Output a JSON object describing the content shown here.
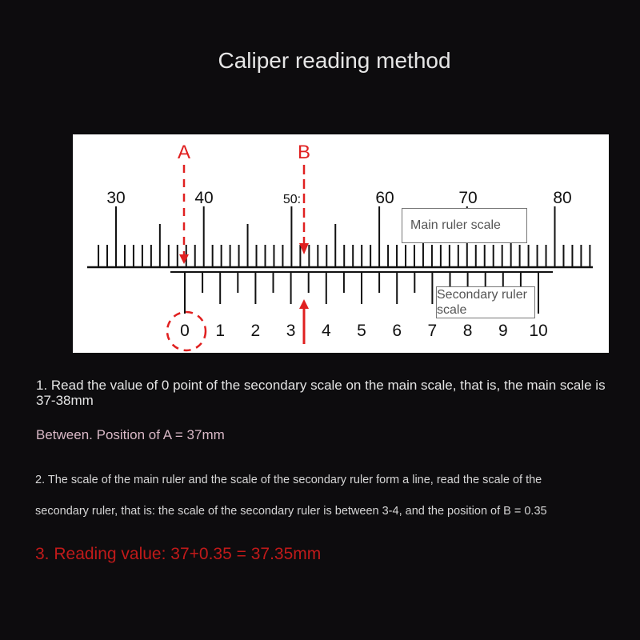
{
  "title": "Caliper reading method",
  "diagram": {
    "pointer_a": "A",
    "pointer_b": "B",
    "main_ruler_label": "Main ruler scale",
    "secondary_ruler_label": "Secondary ruler scale",
    "main_numbers": [
      "30",
      "40",
      "50:",
      "60",
      "70",
      "80"
    ],
    "secondary_numbers": [
      "0",
      "1",
      "2",
      "3",
      "4",
      "5",
      "6",
      "7",
      "8",
      "9",
      "10"
    ],
    "accent_color": "#e02020"
  },
  "steps": {
    "step1_line1": "1. Read the value of 0 point of the secondary scale on the main scale, that is, the main scale is 37-38mm",
    "step1_line2": "Between. Position of A = 37mm",
    "step2_line1": "2. The scale of the main ruler and the scale of the secondary ruler form a line, read the scale of the",
    "step2_line2": "secondary ruler, that is: the scale of the secondary ruler is between 3-4, and the position of B = 0.35",
    "step3": "3. Reading value: 37+0.35 = 37.35mm"
  }
}
